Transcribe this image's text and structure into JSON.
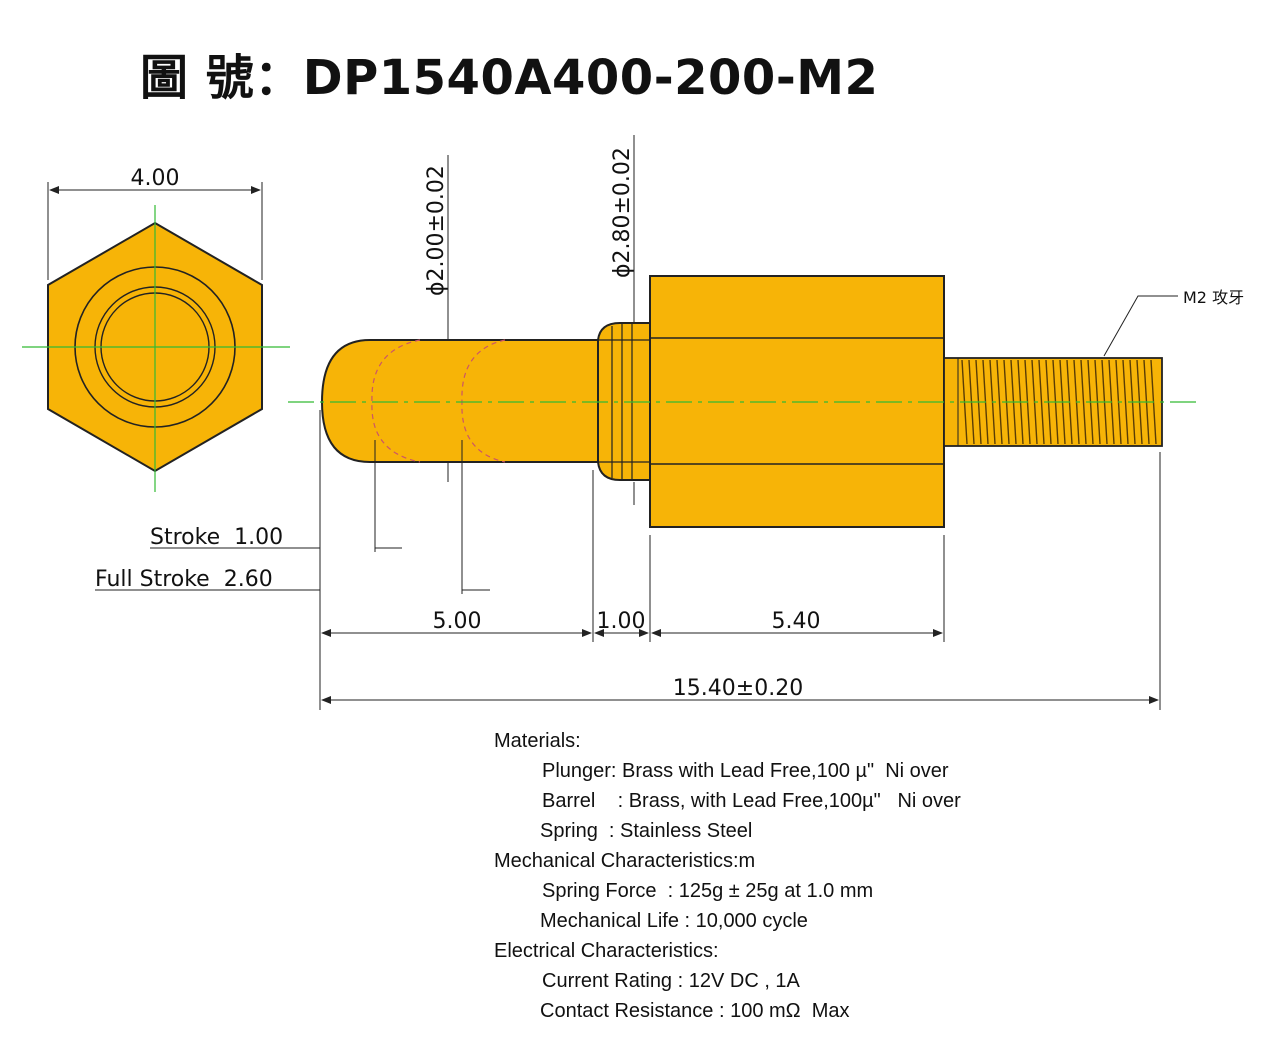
{
  "title": {
    "label": "圖 號",
    "separator": "：",
    "part_number": "DP1540A400-200-M2"
  },
  "dimensions": {
    "hex_width": "4.00",
    "plunger_diameter": "ϕ2.00±0.02",
    "collar_diameter": "ϕ2.80±0.02",
    "thread_note": "M2 攻牙",
    "stroke": "Stroke  1.00",
    "full_stroke": "Full Stroke  2.60",
    "plunger_length": "5.00",
    "collar_length": "1.00",
    "barrel_length": "5.40",
    "total_length": "15.40±0.20"
  },
  "specs": [
    {
      "text": "Materials:",
      "indent": 0
    },
    {
      "text": "Plunger: Brass with Lead Free,100 µ\"  Ni over",
      "indent": 1
    },
    {
      "text": "Barrel    : Brass, with Lead Free,100µ\"   Ni over",
      "indent": 1
    },
    {
      "text": "Spring  : Stainless Steel",
      "indent": 2
    },
    {
      "text": "Mechanical Characteristics:m",
      "indent": 0
    },
    {
      "text": "Spring Force  : 125g ± 25g at 1.0 mm",
      "indent": 1
    },
    {
      "text": "Mechanical Life : 10,000 cycle",
      "indent": 2
    },
    {
      "text": "Electrical Characteristics:",
      "indent": 0
    },
    {
      "text": "Current Rating : 12V DC , 1A",
      "indent": 1
    },
    {
      "text": "Contact Resistance : 100 mΩ  Max",
      "indent": 2
    }
  ],
  "colors": {
    "body_fill": "#f7b407",
    "outline": "#222222",
    "center_line": "#33bb33",
    "hidden_line": "#cc5566"
  }
}
